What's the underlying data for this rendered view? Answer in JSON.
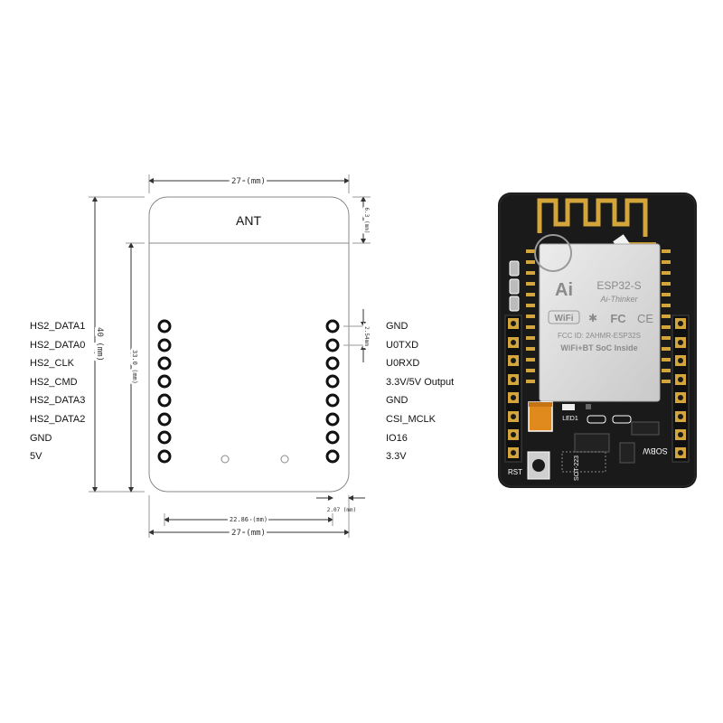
{
  "diagram": {
    "antenna_label": "ANT",
    "left_pins": [
      "HS2_DATA1",
      "HS2_DATA0",
      "HS2_CLK",
      "HS2_CMD",
      "HS2_DATA3",
      "HS2_DATA2",
      "GND",
      "5V"
    ],
    "right_pins": [
      "GND",
      "U0TXD",
      "U0RXD",
      "3.3V/5V Output",
      "GND",
      "CSI_MCLK",
      "IO16",
      "3.3V"
    ],
    "dimensions": {
      "top_width": "27 (mm)",
      "bottom_width": "27 (mm)",
      "height": "40 (mm)",
      "inner_height": "33.0 (mm)",
      "antenna_height": "6.3 (mm)",
      "pin_pitch": "2.54mm",
      "pin_row_span": "22.86 (mm)",
      "edge_offset": "2.07 (mm)"
    }
  },
  "board": {
    "module_name": "ESP32-S",
    "maker": "Ai-Thinker",
    "logo": "Ai",
    "fcc_id": "FCC  ID: 2AHMR-ESP32S",
    "tagline": "WiFi+BT SoC Inside",
    "wifi_mark": "WiFi",
    "fc_mark": "FC",
    "ce_mark": "CE",
    "led_label": "LED1",
    "reset_label": "RST",
    "regulator_label": "SOT-223",
    "chip_marking": "SOBW",
    "colors": {
      "pcb": "#1a1a1a",
      "gold": "#d4a53a",
      "shield": "#d9d9d9",
      "capacitor": "#e08a1e"
    }
  }
}
